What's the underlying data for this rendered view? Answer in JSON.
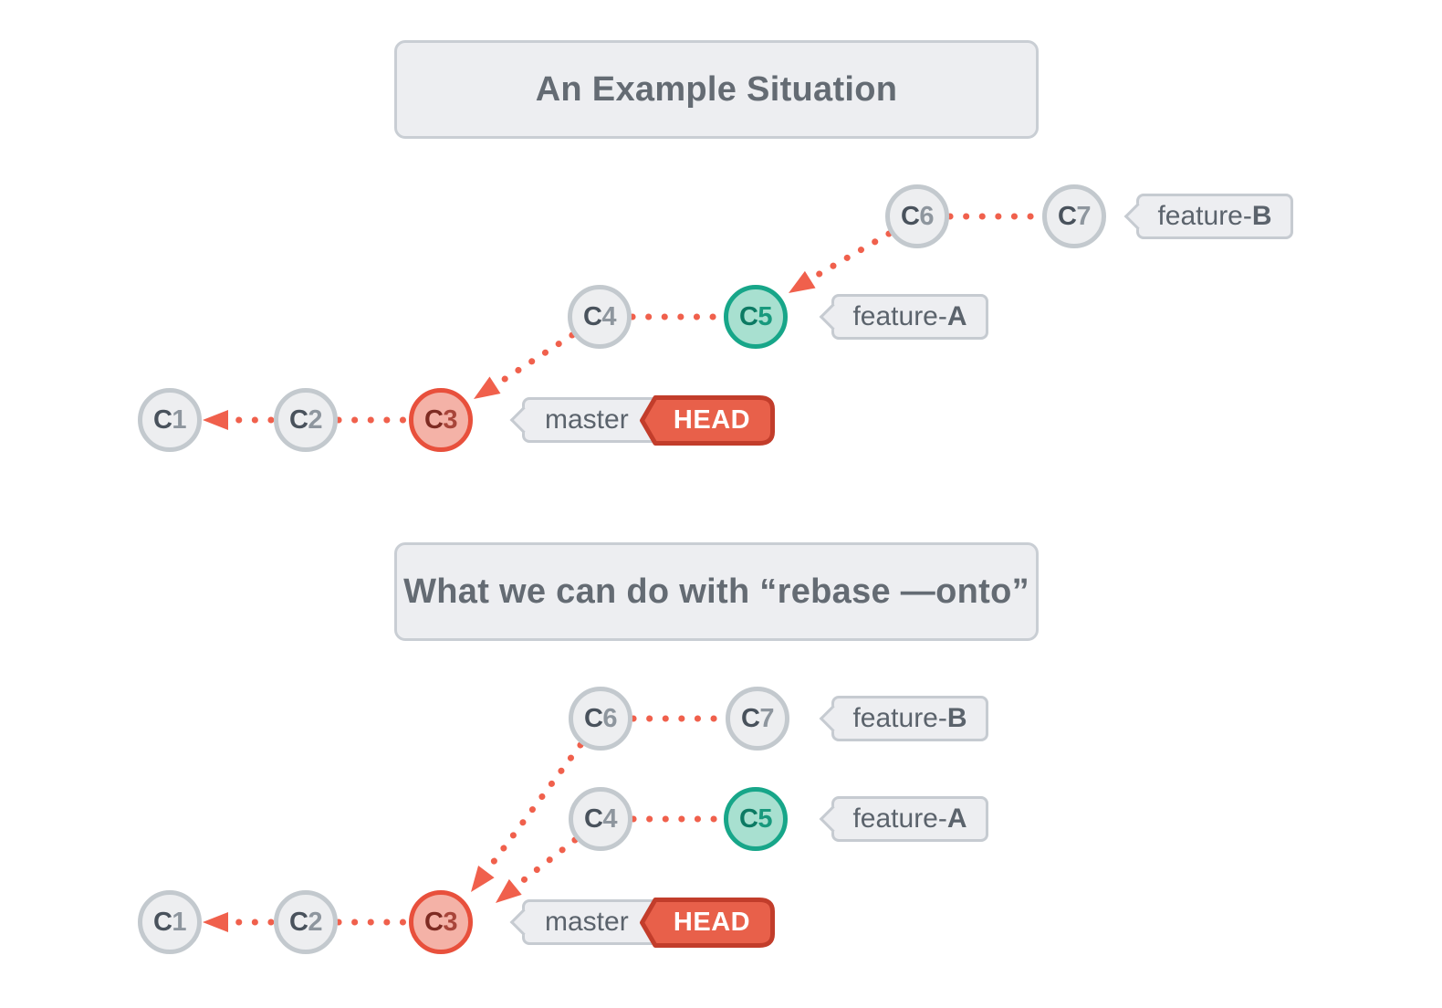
{
  "titles": {
    "first": "An Example Situation",
    "second": "What we can do with “rebase —onto”"
  },
  "nodes": {
    "c1": {
      "letter": "C",
      "digit": "1"
    },
    "c2": {
      "letter": "C",
      "digit": "2"
    },
    "c3": {
      "letter": "C",
      "digit": "3"
    },
    "c4": {
      "letter": "C",
      "digit": "4"
    },
    "c5": {
      "letter": "C",
      "digit": "5"
    },
    "c6": {
      "letter": "C",
      "digit": "6"
    },
    "c7": {
      "letter": "C",
      "digit": "7"
    }
  },
  "labels": {
    "feature_prefix": "feature-",
    "feature_a": "A",
    "feature_b": "B",
    "master": "master",
    "head": "HEAD"
  },
  "colors": {
    "connector": "#F0604C",
    "node_default_fill": "#EDEEF0",
    "node_default_border": "#C3C9CE",
    "node_letter": "#49525C",
    "node_digit": "#8E969E",
    "node_red_fill": "#F4B2A7",
    "node_red_border": "#E8503C",
    "node_red_letter": "#7D2B22",
    "node_red_digit": "#A8453A",
    "node_green_fill": "#A8E0D0",
    "node_green_border": "#17A689",
    "node_green_letter": "#0C7A63",
    "node_green_digit": "#18997D",
    "bubble_fill": "#EDEEF1",
    "bubble_border": "#C6CBD1",
    "bubble_text": "#5B636C",
    "head_fill": "#E8604A",
    "head_border": "#C23D2B",
    "head_text": "#FFFFFF",
    "title_fill": "#EDEEF1",
    "title_border": "#C9CED4",
    "title_text": "#646B73",
    "page_bg": "#FFFFFF"
  }
}
